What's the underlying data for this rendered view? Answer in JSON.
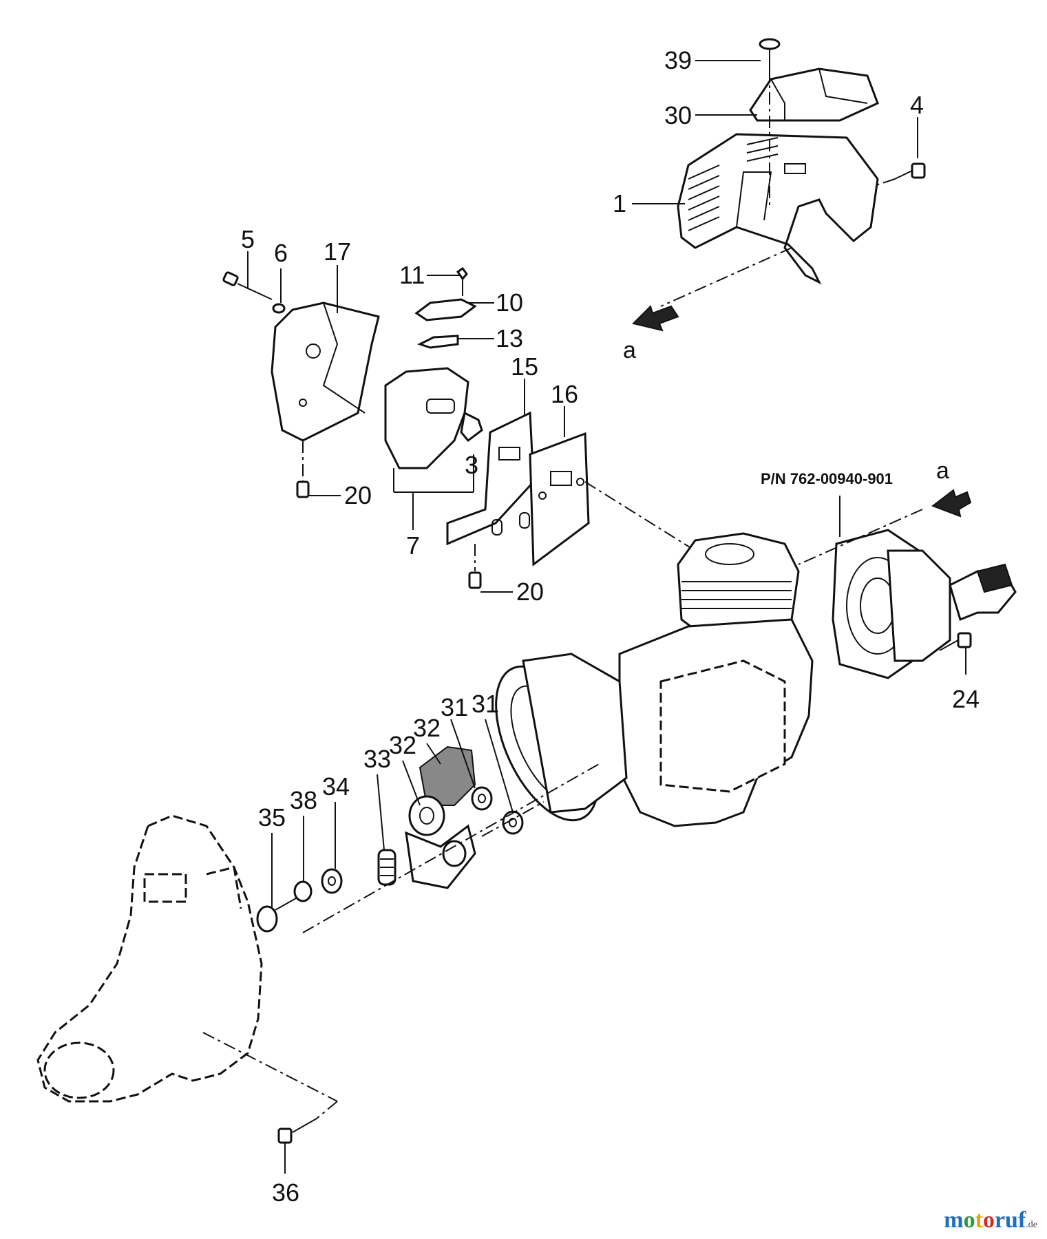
{
  "part_number_label": "P/N  762-00940-901",
  "direction_label_top": "a",
  "direction_label_right": "a",
  "logo": {
    "p1": "m",
    "p2": "o",
    "p3": "t",
    "p4": "o",
    "p5": "ruf",
    "suffix": ".de"
  },
  "callouts": [
    {
      "id": "c39",
      "text": "39"
    },
    {
      "id": "c30",
      "text": "30"
    },
    {
      "id": "c4",
      "text": "4"
    },
    {
      "id": "c1",
      "text": "1"
    },
    {
      "id": "c5",
      "text": "5"
    },
    {
      "id": "c6",
      "text": "6"
    },
    {
      "id": "c17",
      "text": "17"
    },
    {
      "id": "c11",
      "text": "11"
    },
    {
      "id": "c10",
      "text": "10"
    },
    {
      "id": "c13",
      "text": "13"
    },
    {
      "id": "c15",
      "text": "15"
    },
    {
      "id": "c16",
      "text": "16"
    },
    {
      "id": "c3",
      "text": "3"
    },
    {
      "id": "c20a",
      "text": "20"
    },
    {
      "id": "c7",
      "text": "7"
    },
    {
      "id": "c20b",
      "text": "20"
    },
    {
      "id": "c24",
      "text": "24"
    },
    {
      "id": "c31a",
      "text": "31"
    },
    {
      "id": "c31b",
      "text": "31"
    },
    {
      "id": "c32a",
      "text": "32"
    },
    {
      "id": "c32b",
      "text": "32"
    },
    {
      "id": "c33",
      "text": "33"
    },
    {
      "id": "c34",
      "text": "34"
    },
    {
      "id": "c38",
      "text": "38"
    },
    {
      "id": "c35",
      "text": "35"
    },
    {
      "id": "c36",
      "text": "36"
    }
  ]
}
